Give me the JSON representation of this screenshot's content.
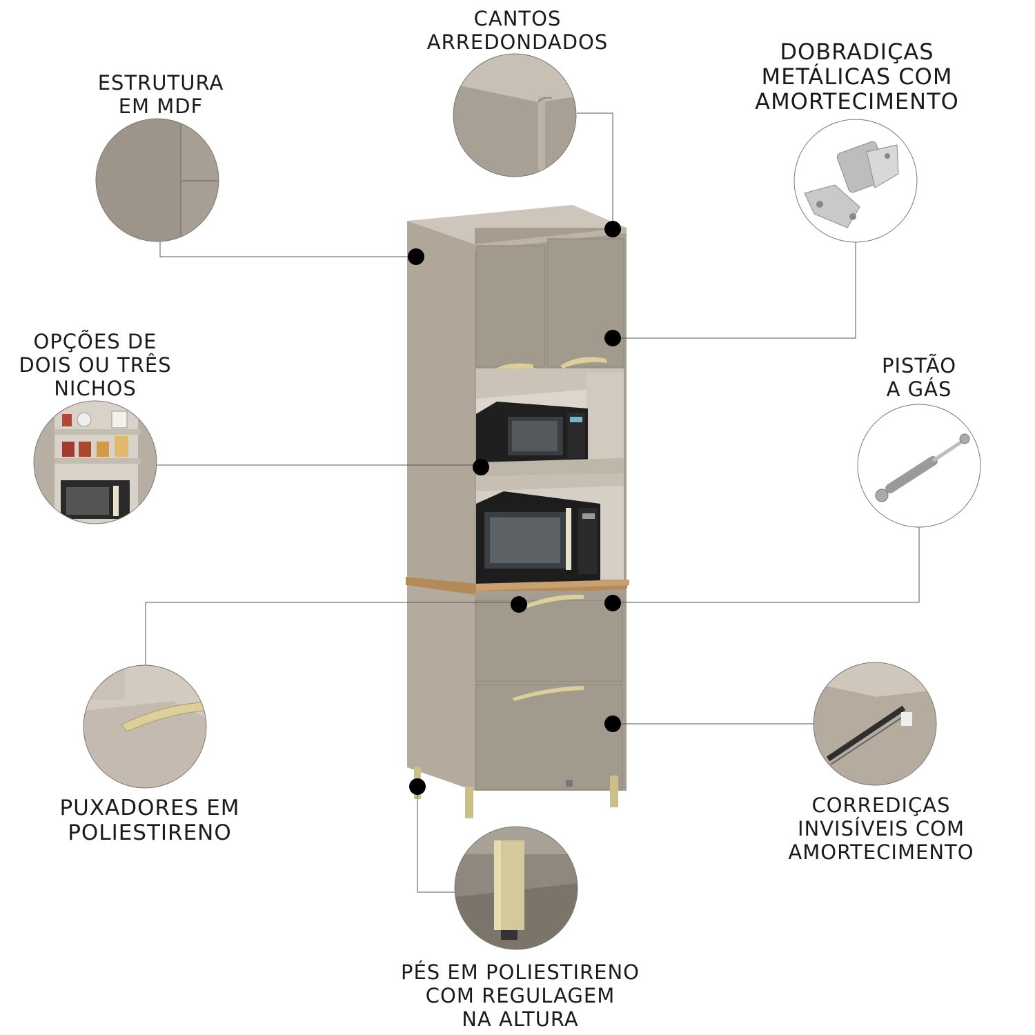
{
  "colors": {
    "cabinet_body": "#a69c90",
    "cabinet_side": "#b4aa9e",
    "cabinet_top": "#cfc6bb",
    "niche_inside": "#ddd6cc",
    "wood_top": "#b48a58",
    "handle_gold": "#dccf9c",
    "feet_gold": "#cbbf8a",
    "leader_line": "#555555",
    "dot": "#000000",
    "circle_border": "#777777"
  },
  "features": [
    {
      "id": "estrutura",
      "lines": [
        "ESTRUTURA",
        "EM MDF"
      ],
      "icon": "mdf-panel-corner-icon"
    },
    {
      "id": "cantos",
      "lines": [
        "CANTOS",
        "ARREDONDADOS"
      ],
      "icon": "rounded-corner-icon"
    },
    {
      "id": "dobradicas",
      "lines": [
        "DOBRADIÇAS",
        "METÁLICAS COM",
        "AMORTECIMENTO"
      ],
      "icon": "metal-hinge-icon"
    },
    {
      "id": "nichos",
      "lines": [
        "OPÇÕES DE",
        "DOIS OU TRÊS",
        "NICHOS"
      ],
      "icon": "niche-shelves-icon"
    },
    {
      "id": "pistao",
      "lines": [
        "PISTÃO",
        "A GÁS"
      ],
      "icon": "gas-piston-icon"
    },
    {
      "id": "puxadores",
      "lines": [
        "PUXADORES EM",
        "POLIESTIRENO"
      ],
      "icon": "drawer-handle-icon"
    },
    {
      "id": "corredicas",
      "lines": [
        "CORREDIÇAS",
        "INVISÍVEIS COM",
        "AMORTECIMENTO"
      ],
      "icon": "drawer-slide-icon"
    },
    {
      "id": "pes",
      "lines": [
        "PÉS EM POLIESTIRENO",
        "COM REGULAGEM",
        "NA ALTURA"
      ],
      "icon": "adjustable-foot-icon"
    }
  ]
}
